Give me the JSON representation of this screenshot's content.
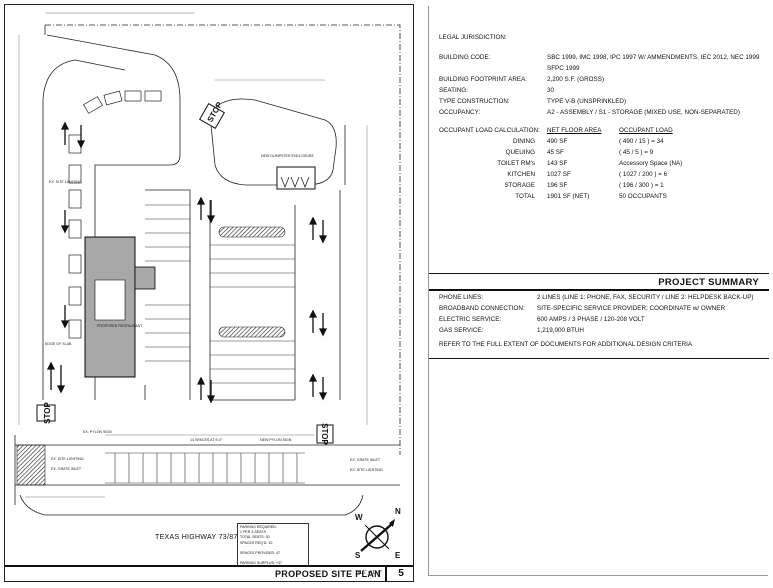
{
  "sheet": {
    "title": "PROPOSED SITE PLAN",
    "scale": "1/16\" = 1'-0\"",
    "number": "5"
  },
  "site": {
    "highway": "TEXAS HIGHWAY 73/87",
    "stop_labels": [
      "STOP",
      "STOP",
      "STOP"
    ],
    "pylon_sign": "EX. PYLON SIGN",
    "new_pylon_sign": "NEW PYLON SIGN",
    "dumpster": "NEW DUMPSTER ENCLOSURE",
    "building": "PROPOSED RESTAURANT",
    "edge_of_slab": "EDGE OF SLAB",
    "site_lighting": "EX. SITE LIGHTING",
    "grate_inlet": "EX. GRATE INLET",
    "parking_summary": "14 SPACES AT 9'-0\""
  },
  "parking_box": {
    "lines": [
      "PARKING REQUIRED:",
      "1 PER 3 SEATS",
      "TOTAL SEATS: 30",
      "SPACES REQ'D: 10",
      "",
      "SPACES PROVIDED: 47",
      "",
      "PARKING SURPLUS: +37"
    ]
  },
  "compass": {
    "n": "N",
    "w": "W",
    "s": "S",
    "e": "E"
  },
  "legal": {
    "heading": "LEGAL JURISDICTION:",
    "rows": [
      {
        "label": "BUILDING CODE:",
        "value": "SBC 1999, IMC 1998, IPC 1997 W/ AMMENDMENTS, IEC 2012, NEC 1999"
      },
      {
        "label": "",
        "value": "SFPC 1999"
      },
      {
        "label": "BUILDING FOOTPRINT AREA:",
        "value": "2,200 S.F. (GROSS)"
      },
      {
        "label": "SEATING:",
        "value": "30"
      },
      {
        "label": "TYPE CONSTRUCTION:",
        "value": "TYPE V-B (UNSPRINKLED)"
      },
      {
        "label": "OCCUPANCY:",
        "value": "A2 - ASSEMBLY / S1 - STORAGE (MIXED USE, NON-SEPARATED)"
      }
    ]
  },
  "occupant": {
    "heading": "OCCUPANT LOAD CALCULATION:",
    "col_area": "NET FLOOR AREA",
    "col_load": "OCCUPANT LOAD",
    "rows": [
      {
        "name": "DINING",
        "area": "490 SF",
        "load": "( 490 / 15 )  =  34"
      },
      {
        "name": "QUEUING",
        "area": "45 SF",
        "load": "( 45 / 5 )  =  9"
      },
      {
        "name": "TOILET RM's",
        "area": "143 SF",
        "load": "Accessory Space (NA)"
      },
      {
        "name": "KITCHEN",
        "area": "1027 SF",
        "load": "( 1027 / 200 )  =  6"
      },
      {
        "name": "STORAGE",
        "area": "196 SF",
        "load": "( 196 / 300 )  =  1"
      },
      {
        "name": "TOTAL",
        "area": "1901 SF (NET)",
        "load": "50 OCCUPANTS"
      }
    ]
  },
  "summary": {
    "title": "PROJECT SUMMARY",
    "rows": [
      {
        "label": "PHONE LINES:",
        "value": "2 LINES (LINE 1: PHONE, FAX, SECURITY / LINE 2: HELPDESK BACK-UP)"
      },
      {
        "label": "BROADBAND CONNECTION:",
        "value": "SITE-SPECIFIC SERVICE PROVIDER; COORDINATE w/ OWNER"
      },
      {
        "label": "ELECTRIC SERVICE:",
        "value": "600 AMPS / 3 PHASE / 120-208 VOLT"
      },
      {
        "label": "GAS SERVICE:",
        "value": "1,219,000 BTUH"
      }
    ],
    "note": "REFER TO THE FULL EXTENT OF DOCUMENTS FOR ADDITIONAL DESIGN CRITERIA"
  }
}
